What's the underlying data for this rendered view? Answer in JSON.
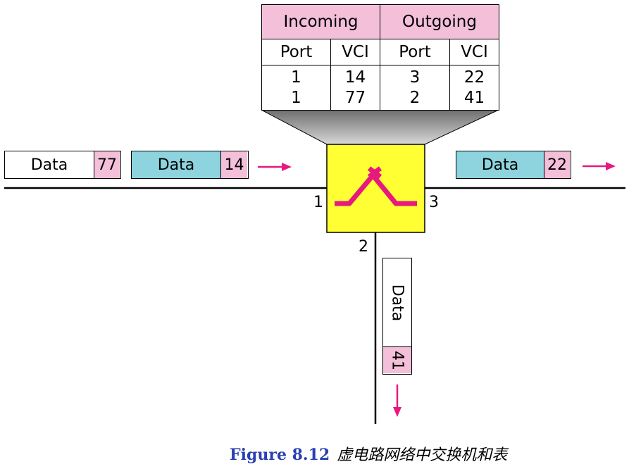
{
  "table": {
    "headers": [
      "Incoming",
      "Outgoing"
    ],
    "subheaders": [
      "Port",
      "VCI",
      "Port",
      "VCI"
    ],
    "rows": [
      [
        "1",
        "14",
        "3",
        "22"
      ],
      [
        "1",
        "77",
        "2",
        "41"
      ]
    ]
  },
  "packets": {
    "left_far": {
      "data": "Data",
      "vci": "77"
    },
    "left_near": {
      "data": "Data",
      "vci": "14"
    },
    "right": {
      "data": "Data",
      "vci": "22"
    },
    "down": {
      "data": "Data",
      "vci": "41"
    }
  },
  "ports": {
    "p1": "1",
    "p2": "2",
    "p3": "3"
  },
  "caption": {
    "figure": "Figure 8.12",
    "description": "虚电路网络中交换机和表"
  },
  "colors": {
    "header_pink": "#f3bfd9",
    "packet_cyan": "#8dd4df",
    "switch_yellow": "#ffff33",
    "arrow_magenta": "#e6197f",
    "caption_blue": "#2b3fb3"
  }
}
